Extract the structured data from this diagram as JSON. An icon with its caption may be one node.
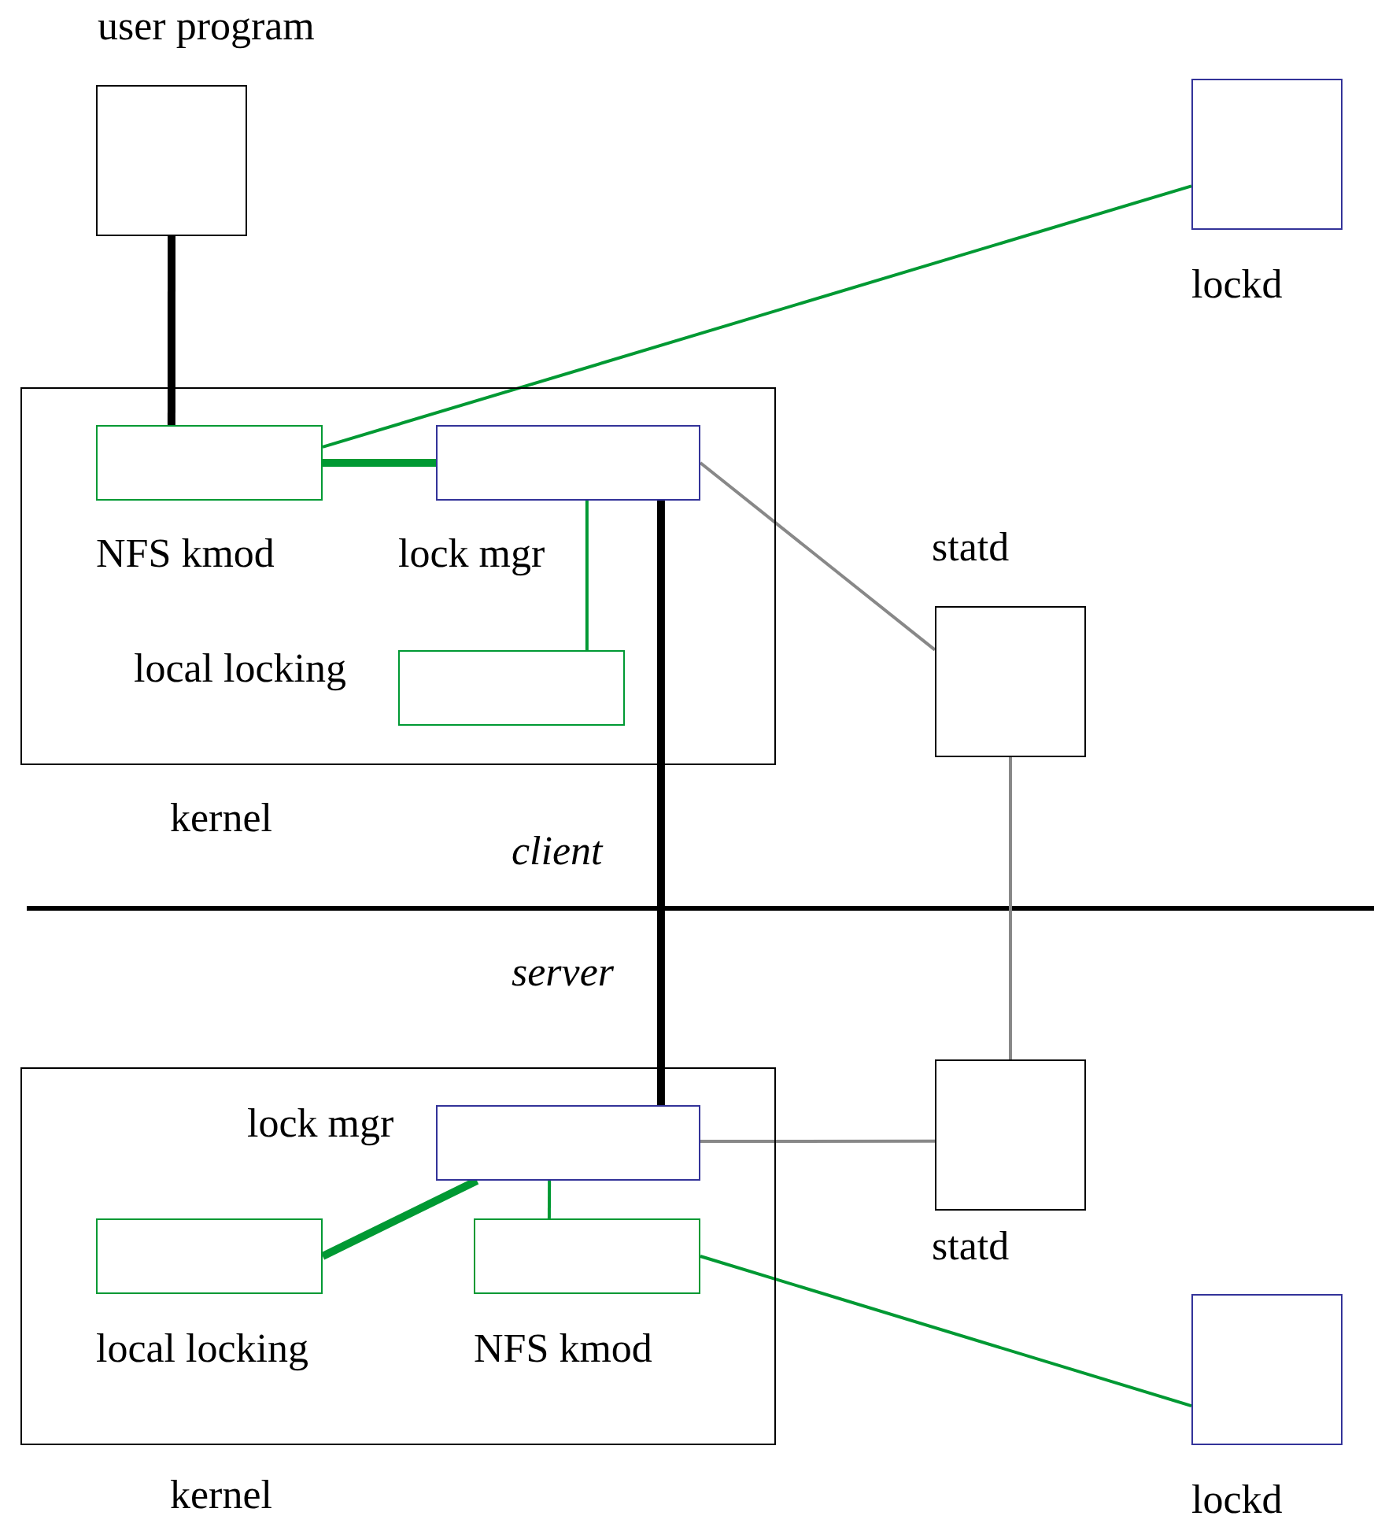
{
  "diagram": {
    "nodes": [
      {
        "text": [
          "user program"
        ]
      },
      {
        "text": [
          "kernel"
        ]
      },
      {
        "text": [
          "NFS kmod"
        ],
        "in": 1
      },
      {
        "text": [
          "lock mgr"
        ],
        "in": 1
      },
      {
        "text": [
          "local locking"
        ],
        "in": 1
      },
      {
        "text": [
          "lockd"
        ]
      },
      {
        "text": [
          "statd"
        ]
      },
      {
        "text": [
          "kernel"
        ]
      },
      {
        "text": [
          "lock mgr"
        ],
        "in": 7
      },
      {
        "text": [
          "local locking"
        ],
        "in": 7
      },
      {
        "text": [
          "NFS kmod"
        ],
        "in": 7
      },
      {
        "text": [
          "statd"
        ]
      },
      {
        "text": [
          "lockd"
        ]
      }
    ],
    "edges": [
      {
        "from": 0,
        "to": 2,
        "arrow": "none",
        "style": "thick",
        "color": "#000000"
      },
      {
        "from": 2,
        "to": 3,
        "arrow": "none",
        "style": "thick"
      },
      {
        "from": 2,
        "to": 5,
        "arrow": "none"
      },
      {
        "from": 3,
        "to": 4,
        "arrow": "none"
      },
      {
        "from": 3,
        "to": 8,
        "arrow": "none",
        "style": "thick",
        "color": "#000000"
      },
      {
        "from": 3,
        "to": 6,
        "arrow": "none",
        "color": "#888888"
      },
      {
        "from": 6,
        "to": 11,
        "arrow": "none",
        "color": "#888888"
      },
      {
        "from": 8,
        "to": 11,
        "arrow": "none",
        "color": "#888888"
      },
      {
        "from": 8,
        "to": 9,
        "arrow": "none",
        "style": "thick"
      },
      {
        "from": 8,
        "to": 10,
        "arrow": "none"
      },
      {
        "from": 10,
        "to": 12,
        "arrow": "none"
      }
    ],
    "labels": [
      "client",
      "server"
    ]
  }
}
